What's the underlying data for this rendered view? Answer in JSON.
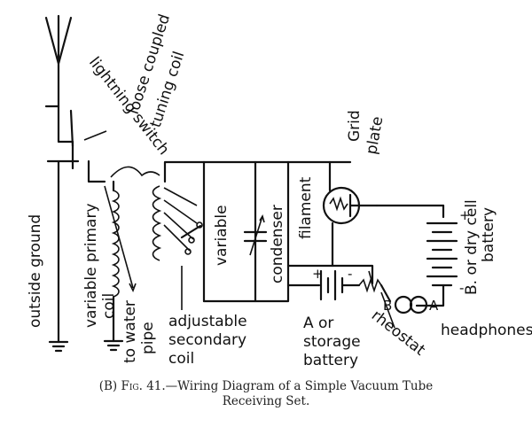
{
  "labels": {
    "lightning_switch": "lightning switch",
    "loose_coupled_tuning_coil_1": "loose coupled",
    "loose_coupled_tuning_coil_2": "tuning coil",
    "outside_ground": "outside ground",
    "variable_primary_coil_1": "variable primary",
    "variable_primary_coil_2": "coil",
    "to_water_pipe_1": "to water",
    "to_water_pipe_2": "pipe",
    "variable": "variable",
    "condenser": "condenser",
    "filament": "filament",
    "grid": "Grid",
    "plate": "plate",
    "b_battery_1": "B. or dry cell",
    "b_battery_2": "battery",
    "adjustable_secondary_coil_1": "adjustable",
    "adjustable_secondary_coil_2": "secondary",
    "adjustable_secondary_coil_3": "coil",
    "a_battery_1": "A or",
    "a_battery_2": "storage",
    "a_battery_3": "battery",
    "rheostat": "rheostat",
    "rheostat_b": "B",
    "rheostat_a": "A",
    "headphones": "headphones",
    "plus": "+",
    "minus": "-"
  },
  "caption": {
    "prefix": "(B)",
    "fig": "Fig. 41.",
    "line1": "—Wiring Diagram of a Simple Vacuum Tube",
    "line2": "Receiving Set."
  }
}
